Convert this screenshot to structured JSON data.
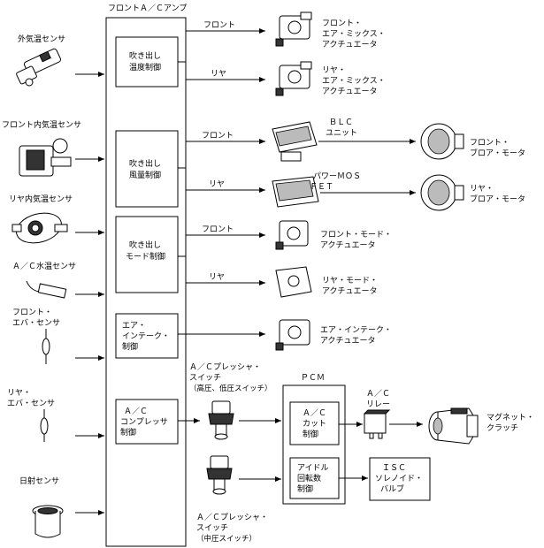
{
  "amp": {
    "title": "フロントＡ／Ｃアンプ"
  },
  "sensors": {
    "outside": "外気温センサ",
    "front_in": "フロント内気温センサ",
    "rear_in": "リヤ内気温センサ",
    "water": "Ａ／Ｃ水温センサ",
    "front_eva": [
      "フロント・",
      "エバ・センサ"
    ],
    "rear_eva": [
      "リヤ・",
      "エバ・センサ"
    ],
    "solar": "日射センサ"
  },
  "controls": {
    "temp": [
      "吹き出し",
      "温度制御"
    ],
    "volume": [
      "吹き出し",
      "風量制御"
    ],
    "mode": [
      "吹き出し",
      "モード制御"
    ],
    "intake": [
      "エア・",
      "インテーク・",
      "制御"
    ],
    "compressor": [
      "Ａ／Ｃ",
      "コンプレッサ",
      "制御"
    ]
  },
  "branches": {
    "front": "フロント",
    "rear": "リヤ"
  },
  "actuators": {
    "front_mix": [
      "フロント・",
      "エア・ミックス・",
      "アクチュエータ"
    ],
    "rear_mix": [
      "リヤ・",
      "エア・ミックス・",
      "アクチュエータ"
    ],
    "blc": [
      "ＢＬＣ",
      "ユニット"
    ],
    "fet": [
      "パワーＭＯＳ",
      "ＦＥＴ"
    ],
    "front_blower": [
      "フロント・",
      "ブロア・モータ"
    ],
    "rear_blower": [
      "リヤ・",
      "ブロア・モータ"
    ],
    "front_mode": [
      "フロント・モード・",
      "アクチュエータ"
    ],
    "rear_mode": [
      "リヤ・モード・",
      "アクチュエータ"
    ],
    "intake_act": [
      "エア・インテーク・",
      "アクチュエータ"
    ]
  },
  "pressure": {
    "high_low": [
      "Ａ／Ｃプレッシャ・",
      "スイッチ",
      "（高圧、低圧スイッチ）"
    ],
    "mid": [
      "Ａ／Ｃプレッシャ・",
      "スイッチ",
      "（中圧スイッチ）"
    ]
  },
  "pcm": {
    "title": "ＰＣＭ",
    "cut": [
      "Ａ／Ｃ",
      "カット",
      "制御"
    ],
    "idle": [
      "アイドル",
      "回転数",
      "制御"
    ]
  },
  "relay": [
    "Ａ／Ｃ",
    "リレー"
  ],
  "clutch": [
    "マグネット・",
    "クラッチ"
  ],
  "isc": [
    "ＩＳＣ",
    "ソレノイド・",
    "バルブ"
  ]
}
